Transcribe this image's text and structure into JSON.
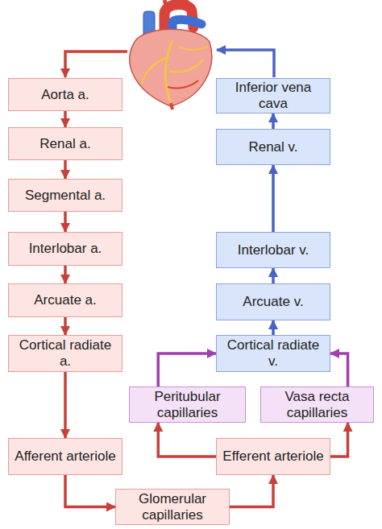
{
  "diagram": {
    "nodes": [
      {
        "text": [
          "Aorta a."
        ]
      },
      {
        "text": [
          "Renal a."
        ]
      },
      {
        "text": [
          "Segmental a."
        ]
      },
      {
        "text": [
          "Interlobar a."
        ]
      },
      {
        "text": [
          "Arcuate a."
        ]
      },
      {
        "text": [
          "Cortical radiate a."
        ]
      },
      {
        "text": [
          "Afferent arteriole"
        ]
      },
      {
        "text": [
          "Glomerular capillaries"
        ]
      },
      {
        "text": [
          "Efferent arteriole"
        ]
      },
      {
        "text": [
          "Peritubular capillaries"
        ]
      },
      {
        "text": [
          "Vasa recta capillaries"
        ]
      },
      {
        "text": [
          "Cortical radiate v."
        ]
      },
      {
        "text": [
          "Arcuate v."
        ]
      },
      {
        "text": [
          "Interlobar v."
        ]
      },
      {
        "text": [
          "Renal v."
        ]
      },
      {
        "text": [
          "Inferior vena cava"
        ]
      }
    ],
    "edges": [
      {
        "from": 0,
        "to": 1,
        "arrow": "to"
      },
      {
        "from": 1,
        "to": 2,
        "arrow": "to"
      },
      {
        "from": 2,
        "to": 3,
        "arrow": "to"
      },
      {
        "from": 3,
        "to": 4,
        "arrow": "to"
      },
      {
        "from": 4,
        "to": 5,
        "arrow": "to"
      },
      {
        "from": 5,
        "to": 6,
        "arrow": "to"
      },
      {
        "from": 6,
        "to": 7,
        "arrow": "to"
      },
      {
        "from": 7,
        "to": 8,
        "arrow": "to"
      },
      {
        "from": 8,
        "to": 9,
        "arrow": "to"
      },
      {
        "from": 8,
        "to": 10,
        "arrow": "to"
      },
      {
        "from": 9,
        "to": 11,
        "arrow": "to"
      },
      {
        "from": 10,
        "to": 11,
        "arrow": "to"
      },
      {
        "from": 11,
        "to": 12,
        "arrow": "to"
      },
      {
        "from": 12,
        "to": 13,
        "arrow": "to"
      },
      {
        "from": 13,
        "to": 14,
        "arrow": "to"
      },
      {
        "from": 14,
        "to": 15,
        "arrow": "to"
      }
    ]
  }
}
